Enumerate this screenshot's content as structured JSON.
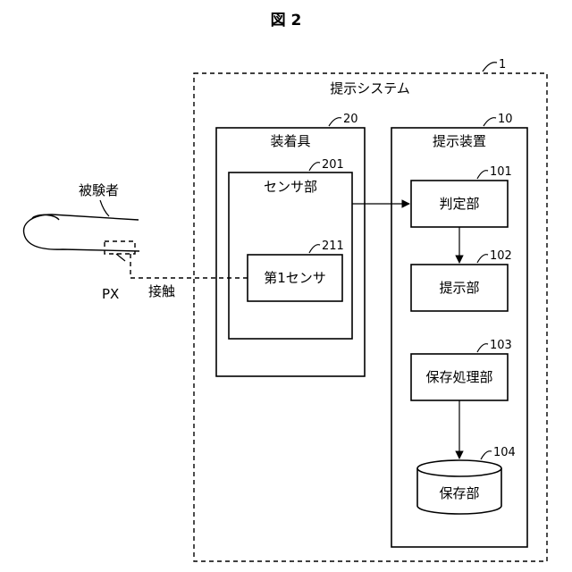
{
  "figure_title": "図 2",
  "system": {
    "label": "提示システム",
    "ref": "1"
  },
  "wearable": {
    "label": "装着具",
    "ref": "20",
    "sensor_unit": {
      "label": "センサ部",
      "ref": "201"
    },
    "first_sensor": {
      "label": "第1センサ",
      "ref": "211"
    }
  },
  "presentation_device": {
    "label": "提示装置",
    "ref": "10",
    "judgment_unit": {
      "label": "判定部",
      "ref": "101"
    },
    "presentation_unit": {
      "label": "提示部",
      "ref": "102"
    },
    "storage_processing_unit": {
      "label": "保存処理部",
      "ref": "103"
    },
    "storage_unit": {
      "label": "保存部",
      "ref": "104"
    }
  },
  "subject": {
    "label": "被験者",
    "point": "PX",
    "contact_label": "接触"
  }
}
